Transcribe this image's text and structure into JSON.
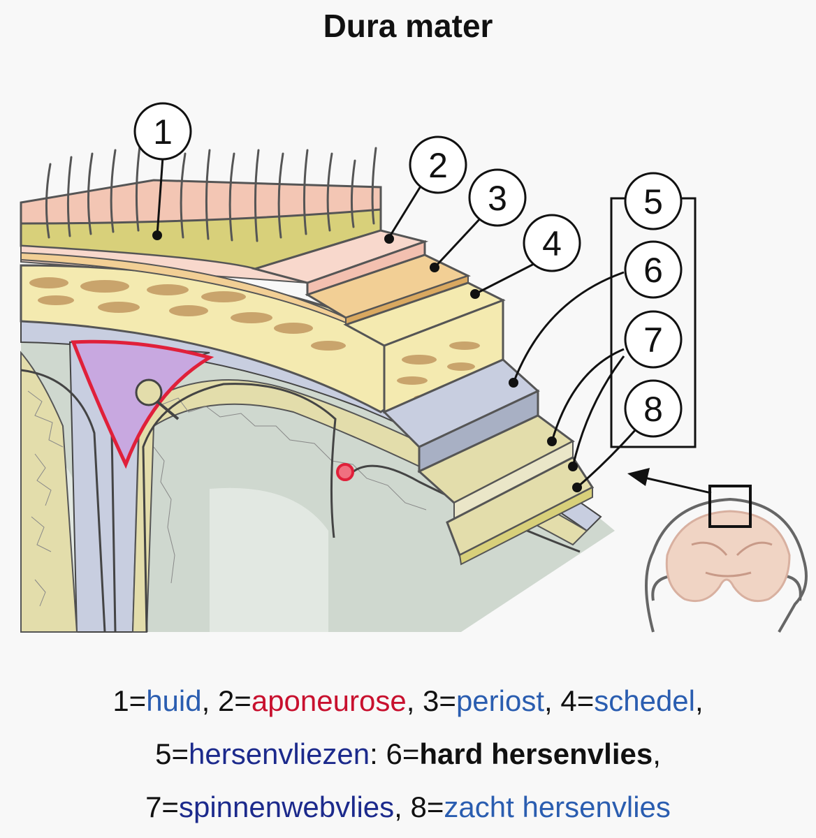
{
  "title": "Dura mater",
  "callouts": [
    "1",
    "2",
    "3",
    "4",
    "5",
    "6",
    "7",
    "8"
  ],
  "caption": {
    "line1": {
      "p1": "1=",
      "huid": "huid",
      "p2": ", 2=",
      "aponeurose": "aponeurose",
      "p3": ", 3=",
      "periost": "periost",
      "p4": ", 4=",
      "schedel": "schedel",
      "p5": ","
    },
    "line2": {
      "p1": "5=",
      "hersenvliezen": "hersenvliezen",
      "p2": ": 6=",
      "hard": "hard hersenvlies",
      "p3": ","
    },
    "line3": {
      "p1": "7=",
      "spinnenwebvlies": "spinnenwebvlies",
      "p2": ", 8=",
      "zacht": "zacht hersenvlies"
    }
  },
  "colors": {
    "skin": "#f3c6b4",
    "fat": "#d8d07a",
    "aponeurosis": "#f8d8cc",
    "periosteum": "#f2cf95",
    "bone": "#f4eab0",
    "bone_spots": "#c9a46c",
    "dura": "#c8cee0",
    "arachnoid": "#e3ddab",
    "brain": "#cfd8cf",
    "sinus": "#c8a8e0",
    "sinus_border": "#e0203a",
    "link_blue": "#2a5db0",
    "link_red": "#c8102e",
    "link_navy": "#1c2a8c"
  }
}
